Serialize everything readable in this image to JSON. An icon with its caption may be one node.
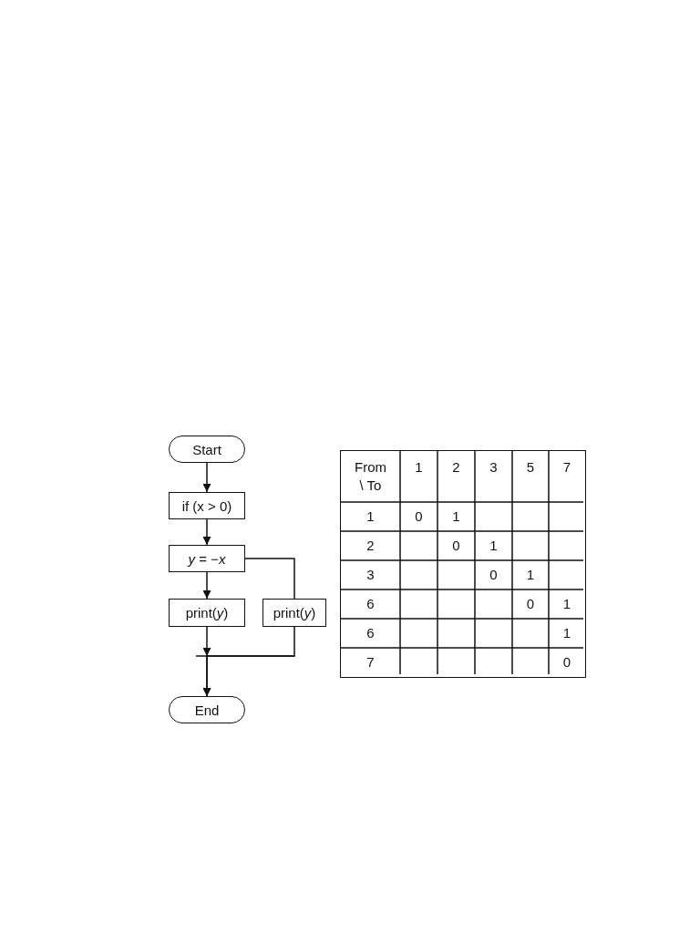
{
  "diagram": {
    "nodes": [
      {
        "text": [
          "Start"
        ]
      },
      {
        "text": [
          "if (x > 0)"
        ]
      },
      {
        "text": [
          "*y* = −*x*"
        ]
      },
      {
        "text": [
          "print(*y*)"
        ]
      },
      {
        "text": [
          "print(*y*)"
        ]
      },
      {
        "text": [
          "End"
        ]
      }
    ],
    "edges": [
      {
        "from": 0,
        "to": 1,
        "arrow": "to"
      },
      {
        "from": 1,
        "to": 2,
        "arrow": "to"
      },
      {
        "from": 2,
        "to": 3,
        "arrow": "to"
      },
      {
        "from": 2,
        "to": 4,
        "arrow": "none"
      },
      {
        "from": 3,
        "to": 5,
        "arrow": "to"
      },
      {
        "from": 4,
        "to": 5,
        "arrow": "to"
      }
    ],
    "labels": [
      "From \\ To",
      "1",
      "2",
      "3",
      "5",
      "7",
      "1",
      "0",
      "1",
      "2",
      "0",
      "1",
      "3",
      "0",
      "1",
      "6",
      "0",
      "1",
      "6",
      "1",
      "7",
      "0"
    ]
  }
}
